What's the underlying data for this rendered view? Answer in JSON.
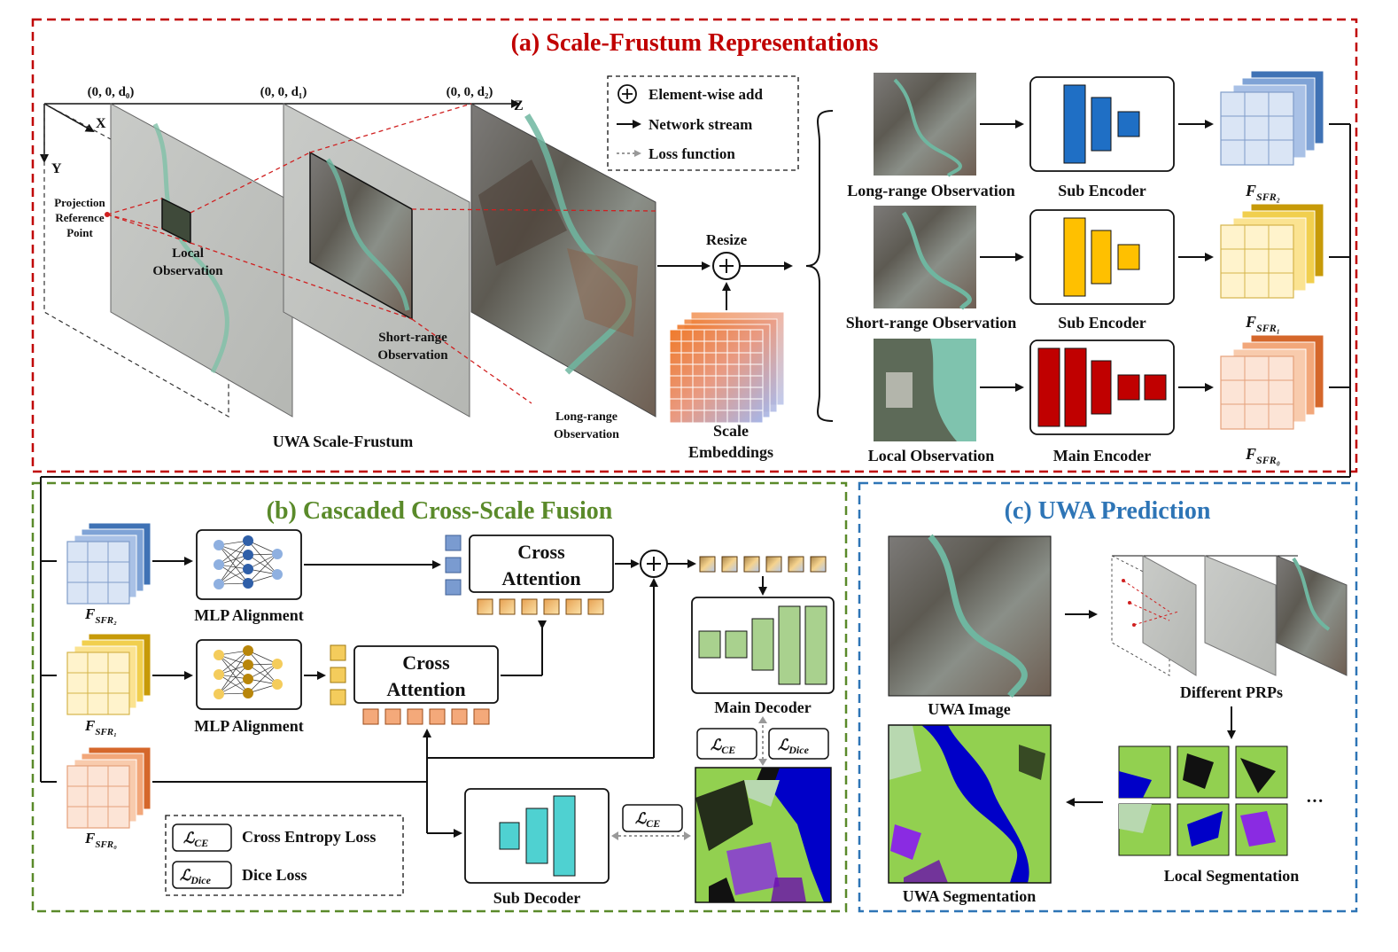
{
  "section_a": {
    "title": "(a) Scale-Frustum Representations",
    "coord_labels": [
      "(0, 0, d₀)",
      "(0, 0, d₁)",
      "(0, 0, d₂)"
    ],
    "axis_x": "X",
    "axis_y": "Y",
    "axis_z": "Z",
    "prp_line1": "Projection",
    "prp_line2": "Reference",
    "prp_line3": "Point",
    "local_obs_line1": "Local",
    "local_obs_line2": "Observation",
    "short_obs_line1": "Short-range",
    "short_obs_line2": "Observation",
    "long_obs_line1": "Long-range",
    "long_obs_line2": "Observation",
    "frustum_caption": "UWA Scale-Frustum",
    "resize_label": "Resize",
    "scale_emb_line1": "Scale",
    "scale_emb_line2": "Embeddings",
    "legend": {
      "add": "Element-wise add",
      "stream": "Network stream",
      "loss": "Loss function"
    },
    "branches": [
      {
        "obs": "Long-range Observation",
        "encoder": "Sub Encoder",
        "feature": "F",
        "feature_sub": "SFR₂"
      },
      {
        "obs": "Short-range Observation",
        "encoder": "Sub Encoder",
        "feature": "F",
        "feature_sub": "SFR₁"
      },
      {
        "obs": "Local Observation",
        "encoder": "Main Encoder",
        "feature": "F",
        "feature_sub": "SFR₀"
      }
    ]
  },
  "section_b": {
    "title": "(b) Cascaded Cross-Scale Fusion",
    "mlp_label": "MLP Alignment",
    "cross_attention_line1": "Cross",
    "cross_attention_line2": "Attention",
    "main_decoder": "Main Decoder",
    "sub_decoder": "Sub Decoder",
    "loss_ce": "ℒ",
    "loss_ce_sub": "CE",
    "loss_dice": "ℒ",
    "loss_dice_sub": "Dice",
    "legend_ce": "Cross Entropy Loss",
    "legend_dice": "Dice Loss",
    "features": [
      {
        "name": "F",
        "sub": "SFR₂"
      },
      {
        "name": "F",
        "sub": "SFR₁"
      },
      {
        "name": "F",
        "sub": "SFR₀"
      }
    ]
  },
  "section_c": {
    "title": "(c) UWA Prediction",
    "uwa_image": "UWA Image",
    "different_prps": "Different PRPs",
    "uwa_segmentation": "UWA Segmentation",
    "local_segmentation": "Local Segmentation",
    "ellipsis": "···"
  },
  "colors": {
    "red": "#c00000",
    "green": "#5a8a2a",
    "blue": "#2e75b6",
    "sfr2": "#4f81bd",
    "sfr1": "#d4a017",
    "sfr0": "#e07b3f",
    "encoder_blue": "#1f6fc5",
    "encoder_yellow": "#ffc000",
    "encoder_red": "#c00000",
    "decoder_green": "#92d050",
    "decoder_teal": "#4fd1d1"
  }
}
